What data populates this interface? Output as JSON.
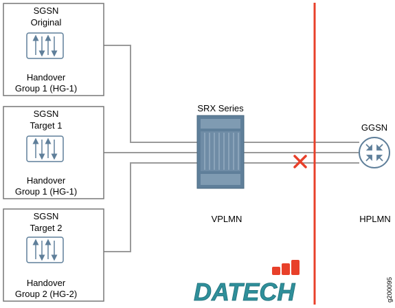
{
  "nodes": {
    "sgsn_original": {
      "line1": "SGSN",
      "line2": "Original",
      "group_line1": "Handover",
      "group_line2": "Group 1 (HG-1)"
    },
    "sgsn_target1": {
      "line1": "SGSN",
      "line2": "Target 1",
      "group_line1": "Handover",
      "group_line2": "Group 1 (HG-1)"
    },
    "sgsn_target2": {
      "line1": "SGSN",
      "line2": "Target 2",
      "group_line1": "Handover",
      "group_line2": "Group 2 (HG-2)"
    },
    "srx": {
      "label": "SRX Series"
    },
    "ggsn": {
      "label": "GGSN"
    }
  },
  "zones": {
    "vplmn": "VPLMN",
    "hplmn": "HPLMN"
  },
  "figure_id": "g200095",
  "logo": {
    "text": "DATECH"
  },
  "colors": {
    "box_border": "#777777",
    "router_blue": "#5f7f9a",
    "boundary_red": "#e8402a",
    "link_gray": "#9a9a9a",
    "logo_teal": "#2f8f9a"
  }
}
